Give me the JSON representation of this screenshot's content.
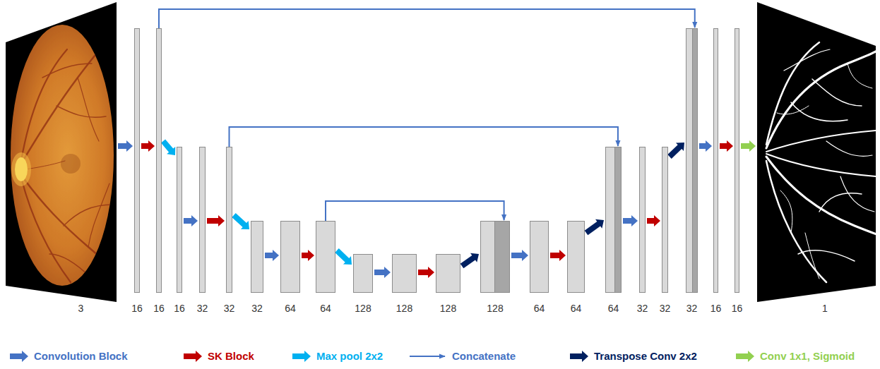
{
  "diagram": {
    "nodes": [
      {
        "text": [
          "3"
        ]
      },
      {
        "text": [
          "16"
        ]
      },
      {
        "text": [
          "16"
        ]
      },
      {
        "text": [
          "16"
        ]
      },
      {
        "text": [
          "32"
        ]
      },
      {
        "text": [
          "32"
        ]
      },
      {
        "text": [
          "32"
        ]
      },
      {
        "text": [
          "64"
        ]
      },
      {
        "text": [
          "64"
        ]
      },
      {
        "text": [
          "128"
        ]
      },
      {
        "text": [
          "128"
        ]
      },
      {
        "text": [
          "128"
        ]
      },
      {
        "text": [
          "128"
        ]
      },
      {
        "text": [
          "64"
        ]
      },
      {
        "text": [
          "64"
        ]
      },
      {
        "text": [
          "64"
        ]
      },
      {
        "text": [
          "32"
        ]
      },
      {
        "text": [
          "32"
        ]
      },
      {
        "text": [
          "32"
        ]
      },
      {
        "text": [
          "16"
        ]
      },
      {
        "text": [
          "16"
        ]
      },
      {
        "text": [
          "1"
        ]
      }
    ],
    "edges": [
      {
        "from": 0,
        "to": 1,
        "arrow": "to"
      },
      {
        "from": 1,
        "to": 2,
        "arrow": "to"
      },
      {
        "from": 2,
        "to": 3,
        "arrow": "to"
      },
      {
        "from": 3,
        "to": 4,
        "arrow": "to"
      },
      {
        "from": 4,
        "to": 5,
        "arrow": "to"
      },
      {
        "from": 5,
        "to": 6,
        "arrow": "to"
      },
      {
        "from": 6,
        "to": 7,
        "arrow": "to"
      },
      {
        "from": 7,
        "to": 8,
        "arrow": "to"
      },
      {
        "from": 8,
        "to": 9,
        "arrow": "to"
      },
      {
        "from": 9,
        "to": 10,
        "arrow": "to"
      },
      {
        "from": 10,
        "to": 11,
        "arrow": "to"
      },
      {
        "from": 11,
        "to": 12,
        "arrow": "to"
      },
      {
        "from": 12,
        "to": 13,
        "arrow": "to"
      },
      {
        "from": 13,
        "to": 14,
        "arrow": "to"
      },
      {
        "from": 14,
        "to": 15,
        "arrow": "to"
      },
      {
        "from": 15,
        "to": 16,
        "arrow": "to"
      },
      {
        "from": 16,
        "to": 17,
        "arrow": "to"
      },
      {
        "from": 17,
        "to": 18,
        "arrow": "to"
      },
      {
        "from": 18,
        "to": 19,
        "arrow": "to"
      },
      {
        "from": 19,
        "to": 20,
        "arrow": "to"
      },
      {
        "from": 20,
        "to": 21,
        "arrow": "to"
      },
      {
        "from": 2,
        "to": 18,
        "arrow": "to"
      },
      {
        "from": 5,
        "to": 15,
        "arrow": "to"
      },
      {
        "from": 8,
        "to": 12,
        "arrow": "to"
      }
    ],
    "legend": [
      {
        "text": "Convolution Block",
        "color": "#4472C4"
      },
      {
        "text": "SK Block",
        "color": "#C00000"
      },
      {
        "text": "Max pool 2x2",
        "color": "#00B0F0"
      },
      {
        "text": "Concatenate"
      },
      {
        "text": "Transpose Conv 2x2",
        "color": "#002060"
      },
      {
        "text": "Conv 1x1, Sigmoid",
        "color": "#92D050"
      }
    ]
  }
}
